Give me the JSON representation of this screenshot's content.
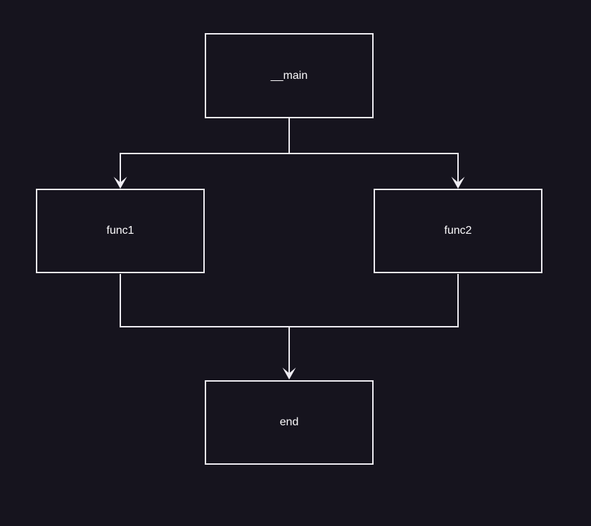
{
  "diagram": {
    "type": "flowchart",
    "background_color": "#16141e",
    "stroke_color": "#eeecf2",
    "text_color": "#fcfbfd",
    "nodes": [
      {
        "id": "main",
        "label": "__main"
      },
      {
        "id": "func1",
        "label": "func1"
      },
      {
        "id": "func2",
        "label": "func2"
      },
      {
        "id": "end",
        "label": "end"
      }
    ],
    "edges": [
      {
        "from": "main",
        "to": "func1"
      },
      {
        "from": "main",
        "to": "func2"
      },
      {
        "from": "func1",
        "to": "end"
      },
      {
        "from": "func2",
        "to": "end"
      }
    ]
  }
}
